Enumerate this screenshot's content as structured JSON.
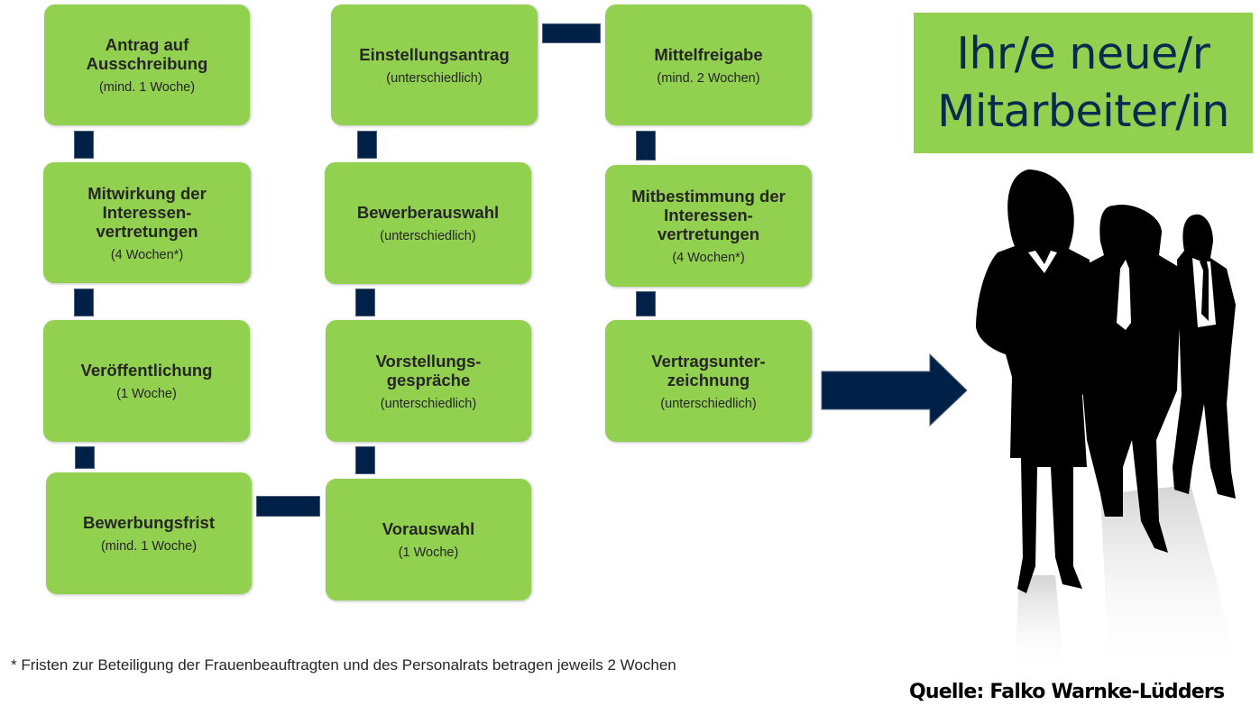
{
  "headline": {
    "line1": "Ihr/e neue/r",
    "line2": "Mitarbeiter/in"
  },
  "steps": [
    {
      "title": "Antrag auf\nAusschreibung",
      "duration": "(mind. 1 Woche)"
    },
    {
      "title": "Mitwirkung der\nInteressen-\nvertretungen",
      "duration": "(4 Wochen*)"
    },
    {
      "title": "Veröffentlichung",
      "duration": "(1 Woche)"
    },
    {
      "title": "Bewerbungsfrist",
      "duration": "(mind. 1 Woche)"
    },
    {
      "title": "Vorauswahl",
      "duration": "(1 Woche)"
    },
    {
      "title": "Vorstellungs-\ngespräche",
      "duration": "(unterschiedlich)"
    },
    {
      "title": "Bewerberauswahl",
      "duration": "(unterschiedlich)"
    },
    {
      "title": "Einstellungsantrag",
      "duration": "(unterschiedlich)"
    },
    {
      "title": "Mittelfreigabe",
      "duration": "(mind. 2 Wochen)"
    },
    {
      "title": "Mitbestimmung der\nInteressen-\nvertretungen",
      "duration": "(4 Wochen*)"
    },
    {
      "title": "Vertragsunter-\nzeichnung",
      "duration": "(unterschiedlich)"
    }
  ],
  "footnote": "* Fristen zur Beteiligung der Frauenbeauftragten und des Personalrats betragen jeweils 2 Wochen",
  "source": "Quelle: Falko Warnke-Lüdders",
  "icons": {
    "arrow": "arrow-right-icon",
    "people": "business-people-silhouette"
  },
  "colors": {
    "box": "#92d050",
    "connector": "#002147",
    "headline_text": "#0a2a4f"
  }
}
